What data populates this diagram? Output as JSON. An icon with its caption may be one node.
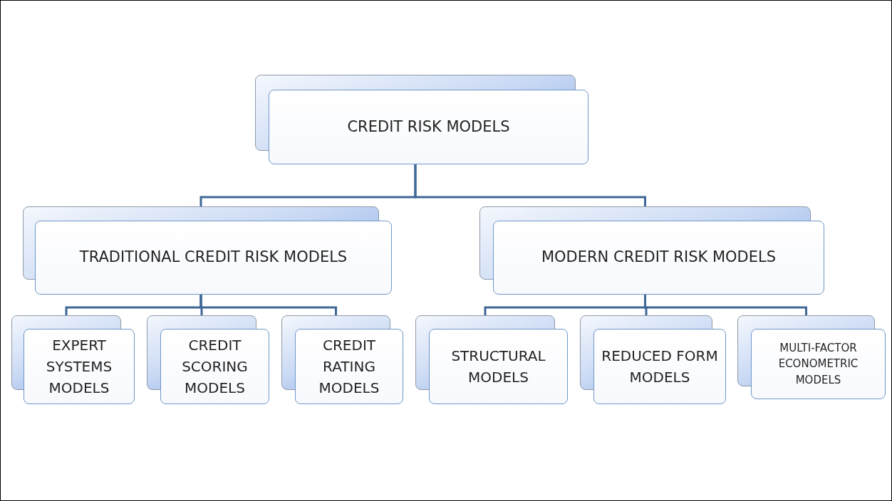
{
  "diagram": {
    "nodes": [
      {
        "text": [
          "CREDIT RISK MODELS"
        ]
      },
      {
        "text": [
          "TRADITIONAL CREDIT RISK MODELS"
        ]
      },
      {
        "text": [
          "MODERN CREDIT RISK MODELS"
        ]
      },
      {
        "text": [
          "EXPERT SYSTEMS MODELS"
        ]
      },
      {
        "text": [
          "CREDIT SCORING MODELS"
        ]
      },
      {
        "text": [
          "CREDIT RATING MODELS"
        ]
      },
      {
        "text": [
          "STRUCTURAL MODELS"
        ]
      },
      {
        "text": [
          "REDUCED FORM MODELS"
        ]
      },
      {
        "text": [
          "MULTI-FACTOR ECONOMETRIC MODELS"
        ]
      }
    ],
    "edges": [
      {
        "from": 0,
        "to": 1,
        "arrow": "none"
      },
      {
        "from": 0,
        "to": 2,
        "arrow": "none"
      },
      {
        "from": 1,
        "to": 3,
        "arrow": "none"
      },
      {
        "from": 1,
        "to": 4,
        "arrow": "none"
      },
      {
        "from": 1,
        "to": 5,
        "arrow": "none"
      },
      {
        "from": 2,
        "to": 6,
        "arrow": "none"
      },
      {
        "from": 2,
        "to": 7,
        "arrow": "none"
      },
      {
        "from": 2,
        "to": 8,
        "arrow": "none"
      }
    ]
  }
}
